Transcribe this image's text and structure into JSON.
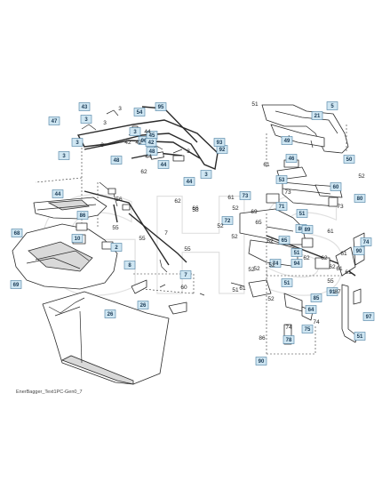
{
  "watermark": "GHS",
  "footer_code": "EnerBagger_Text1PC-Gen0_7",
  "colors": {
    "callout_fill": "#cfe6f2",
    "callout_stroke": "#4a7ea0"
  },
  "callouts": [
    "43",
    "3",
    "47",
    "3",
    "54",
    "95",
    "3",
    "96",
    "45",
    "42",
    "48",
    "48",
    "3",
    "44",
    "44",
    "3",
    "92",
    "93",
    "44",
    "86",
    "2",
    "68",
    "10",
    "8",
    "69",
    "7",
    "26",
    "26",
    "21",
    "5",
    "49",
    "50",
    "46",
    "53",
    "60",
    "80",
    "72",
    "51",
    "71",
    "73",
    "86",
    "74",
    "65",
    "90",
    "51",
    "64",
    "75",
    "78",
    "90",
    "97",
    "51",
    "85",
    "74",
    "94",
    "91",
    "51",
    "89"
  ],
  "numbers": [
    "3",
    "3",
    "42",
    "44",
    "42",
    "3",
    "3",
    "44",
    "62",
    "62",
    "56",
    "58",
    "55",
    "55",
    "55",
    "7",
    "60",
    "51",
    "61",
    "52",
    "52",
    "52",
    "52",
    "55",
    "52",
    "66",
    "52",
    "61",
    "61",
    "69",
    "73",
    "61",
    "73",
    "62",
    "62",
    "62",
    "62",
    "61",
    "51",
    "52",
    "61",
    "65",
    "87",
    "52",
    "74",
    "86",
    "74",
    "61"
  ]
}
